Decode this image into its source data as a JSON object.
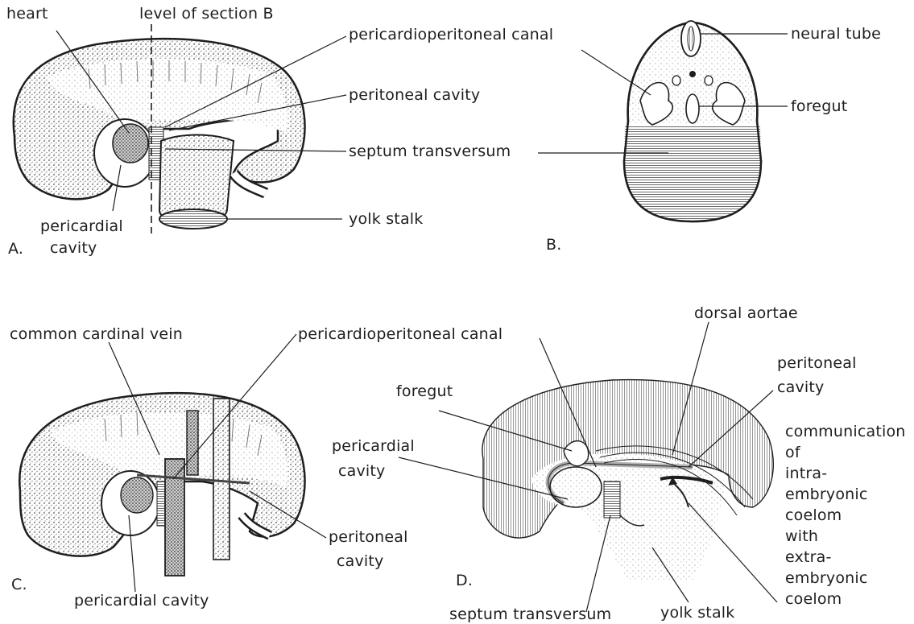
{
  "panels": {
    "A": {
      "letter": "A.",
      "labels": {
        "heart": "heart",
        "level_of_section": "level of section B",
        "pericardioperitoneal_canal": "pericardioperitoneal canal",
        "peritoneal_cavity": "peritoneal cavity",
        "septum_transversum": "septum  transversum",
        "yolk_stalk": "yolk stalk",
        "pericardial_1": "pericardial",
        "pericardial_2": "cavity"
      }
    },
    "B": {
      "letter": "B.",
      "labels": {
        "neural_tube": "neural tube",
        "foregut": "foregut"
      }
    },
    "C": {
      "letter": "C.",
      "labels": {
        "common_cardinal_vein": "common cardinal vein",
        "pericardioperitoneal_canal": "pericardioperitoneal canal",
        "peritoneal_1": "peritoneal",
        "peritoneal_2": "cavity",
        "pericardial_cavity": "pericardial cavity"
      }
    },
    "D": {
      "letter": "D.",
      "labels": {
        "foregut": "foregut",
        "pericardial_1": "pericardial",
        "pericardial_2": "cavity",
        "dorsal_aortae": "dorsal aortae",
        "peritoneal_1": "peritoneal",
        "peritoneal_2": "cavity",
        "communication": [
          "communication",
          "of",
          "intra-",
          "embryonic",
          "coelom",
          "with",
          "extra-",
          "embryonic",
          "coelom"
        ],
        "septum_transversum": "septum  transversum",
        "yolk_stalk": "yolk stalk"
      }
    }
  },
  "colors": {
    "ink": "#1e1e1e",
    "stipple": "#6a6a6a",
    "hatch": "#8a8a8a",
    "pale": "#e6e6e6",
    "gray_arrow": "#b0b0b0"
  }
}
